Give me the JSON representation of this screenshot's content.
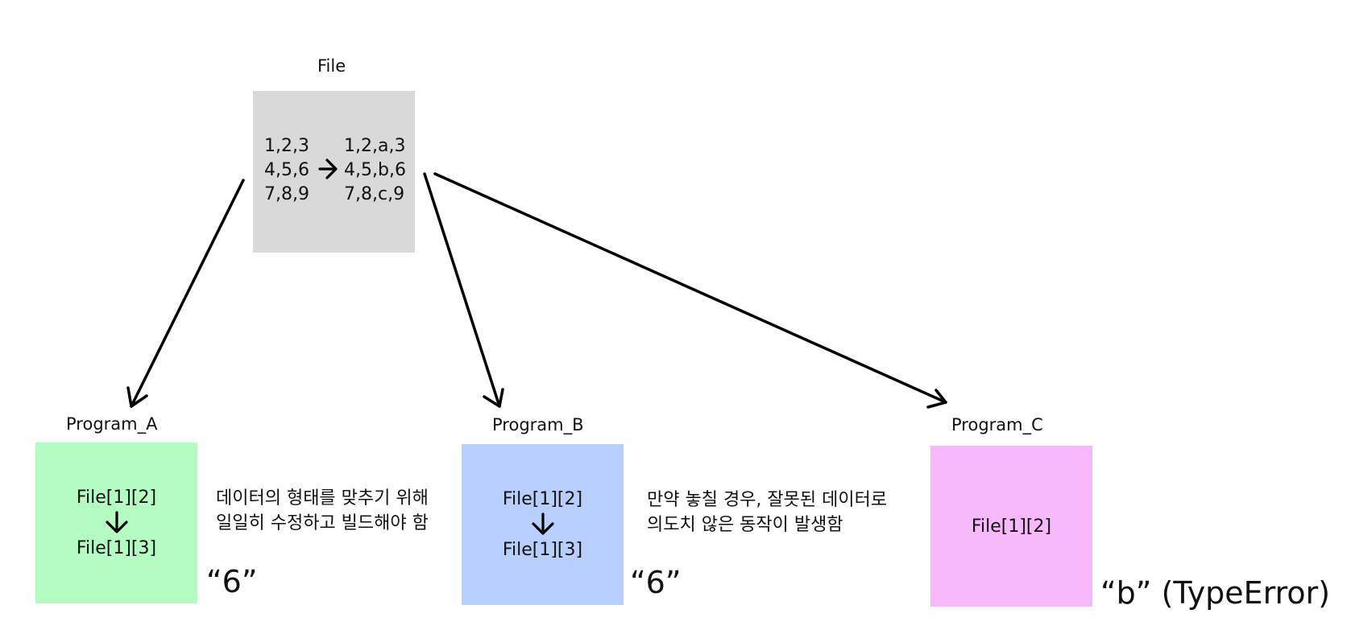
{
  "file": {
    "title": "File",
    "before_lines": "1,2,3\n4,5,6\n7,8,9",
    "after_lines": "1,2,a,3\n4,5,b,6\n7,8,c,9",
    "box_color": "#d9d9d9"
  },
  "program_a": {
    "title": "Program_A",
    "line1": "File[1][2]",
    "line2": "File[1][3]",
    "note_line1": "데이터의 형태를 맞추기 위해",
    "note_line2": "일일히 수정하고 빌드해야 함",
    "result": "“6”",
    "box_color": "#b5fcc3"
  },
  "program_b": {
    "title": "Program_B",
    "line1": "File[1][2]",
    "line2": "File[1][3]",
    "note_line1": "만약 놓칠 경우, 잘못된 데이터로",
    "note_line2": "의도치 않은 동작이 발생함",
    "result": "“6”",
    "box_color": "#b8cffd"
  },
  "program_c": {
    "title": "Program_C",
    "line1": "File[1][2]",
    "result": "“b” (TypeError)",
    "box_color": "#f7b9fb"
  }
}
